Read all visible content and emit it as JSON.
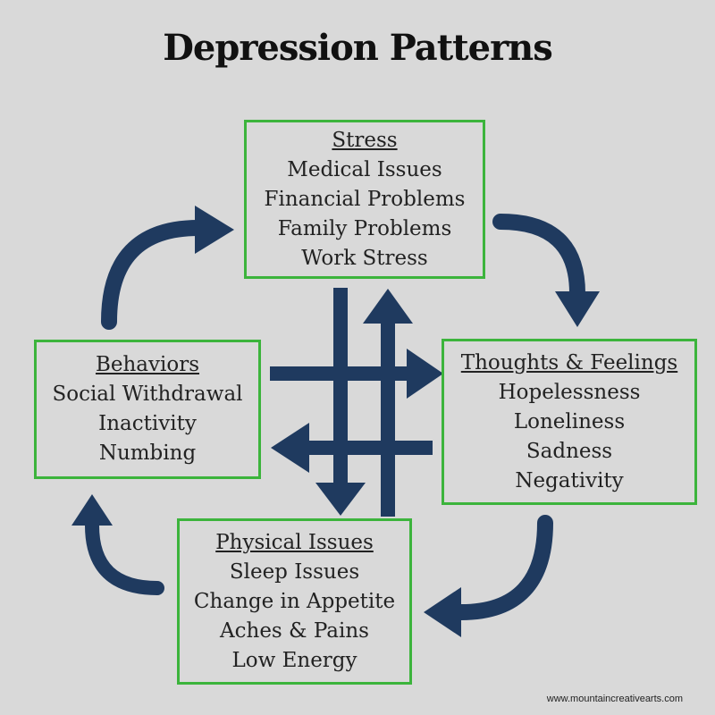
{
  "title": "Depression Patterns",
  "boxes": {
    "stress": {
      "heading": "Stress",
      "items": [
        "Medical Issues",
        "Financial Problems",
        "Family Problems",
        "Work Stress"
      ]
    },
    "thoughts": {
      "heading": "Thoughts & Feelings",
      "items": [
        "Hopelessness",
        "Loneliness",
        "Sadness",
        "Negativity"
      ]
    },
    "physical": {
      "heading": "Physical Issues",
      "items": [
        "Sleep Issues",
        "Change in Appetite",
        "Aches & Pains",
        "Low Energy"
      ]
    },
    "behaviors": {
      "heading": "Behaviors",
      "items": [
        "Social Withdrawal",
        "Inactivity",
        "Numbing"
      ]
    }
  },
  "footer": "www.mountaincreativearts.com",
  "colors": {
    "background": "#d9d9d9",
    "box_border": "#3cb43c",
    "arrow": "#1f3a5f",
    "text": "#222222"
  }
}
